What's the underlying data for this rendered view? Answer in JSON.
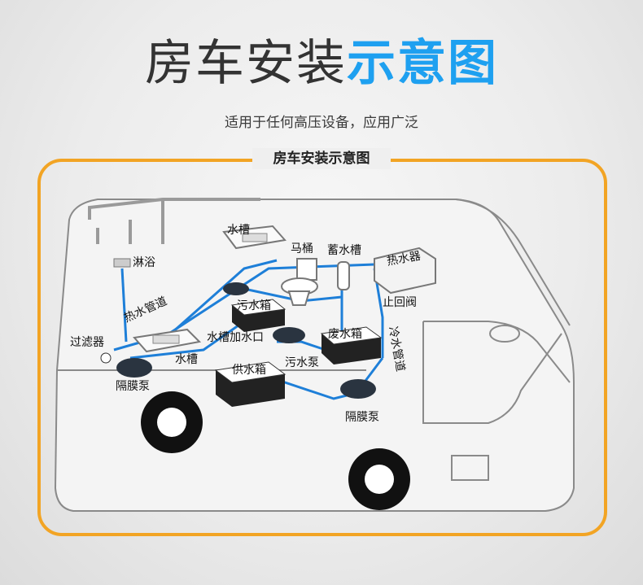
{
  "header": {
    "title_part1": "房车安装",
    "title_part2": "示意图",
    "subtitle": "适用于任何高压设备，应用广泛"
  },
  "frame": {
    "title": "房车安装示意图"
  },
  "labels": {
    "shower": "淋浴",
    "hot_pipe": "热水管道",
    "filter": "过滤器",
    "diaphragm_pump_left": "隔膜泵",
    "sink_top": "水槽",
    "toilet": "马桶",
    "storage_tank": "蓄水槽",
    "water_heater": "热水器",
    "check_valve": "止回阀",
    "sewage_tank": "污水箱",
    "sink_fill": "水槽加水口",
    "sink_bottom": "水槽",
    "waste_tank": "废水箱",
    "sewage_pump": "污水泵",
    "supply_tank": "供水箱",
    "cold_pipe": "冷水管道",
    "diaphragm_pump_right": "隔膜泵"
  },
  "colors": {
    "accent_blue": "#1ea0f0",
    "frame_orange": "#f2a424",
    "pipe_blue": "#1e7fd8"
  }
}
